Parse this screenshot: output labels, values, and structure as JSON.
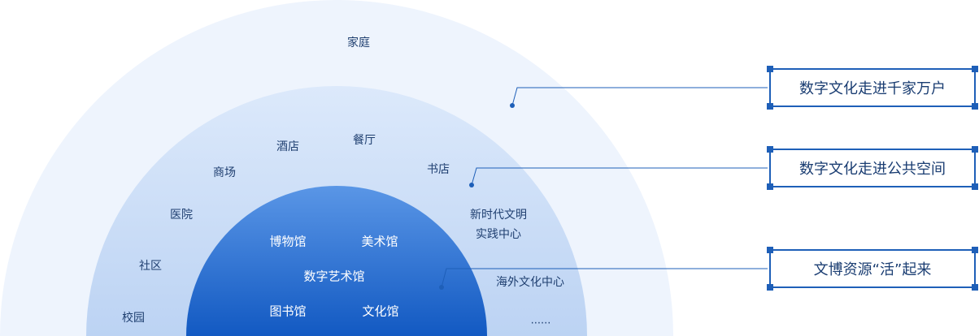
{
  "rings": {
    "outer": {
      "labels": [
        "家庭"
      ]
    },
    "middle": {
      "labels": [
        "酒店",
        "餐厅",
        "商场",
        "书店",
        "医院",
        "新时代文明",
        "实践中心",
        "社区",
        "海外文化中心",
        "校园",
        "......"
      ]
    },
    "inner": {
      "labels": [
        "博物馆",
        "美术馆",
        "数字艺术馆",
        "图书馆",
        "文化馆"
      ]
    }
  },
  "callouts": [
    {
      "label": "数字文化走进千家万户"
    },
    {
      "label": "数字文化走进公共空间"
    },
    {
      "label": "文博资源“活”起来"
    }
  ],
  "colors": {
    "outer_ring": "#eef4fd",
    "middle_ring_top": "#dce9fb",
    "middle_ring_bottom": "#bcd3f3",
    "inner_top": "#5a96e6",
    "inner_bottom": "#1259c2",
    "leader_line": "#1e5fb8",
    "box_border": "#1e5fb8"
  }
}
